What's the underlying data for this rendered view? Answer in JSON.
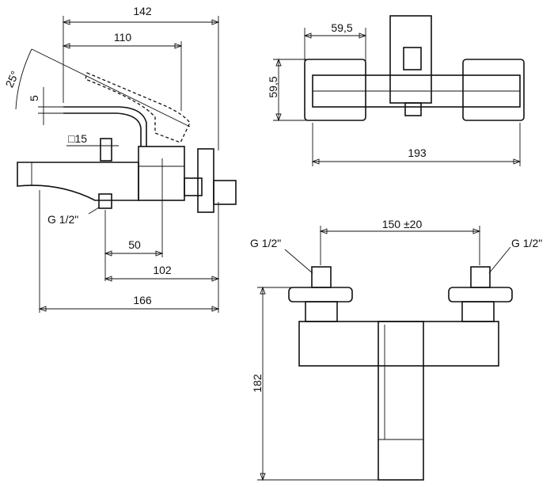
{
  "dimensions": {
    "side_width_142": "142",
    "side_width_110": "110",
    "angle": "25°",
    "gap_5": "5",
    "square_15": "□15",
    "side_thread": "G 1/2\"",
    "side_50": "50",
    "side_102": "102",
    "side_166": "166",
    "top_59_5_w": "59,5",
    "top_59_5_h": "59,5",
    "top_193": "193",
    "front_150": "150 ±20",
    "front_thread_left": "G 1/2\"",
    "front_thread_right": "G 1/2\"",
    "front_182": "182"
  }
}
